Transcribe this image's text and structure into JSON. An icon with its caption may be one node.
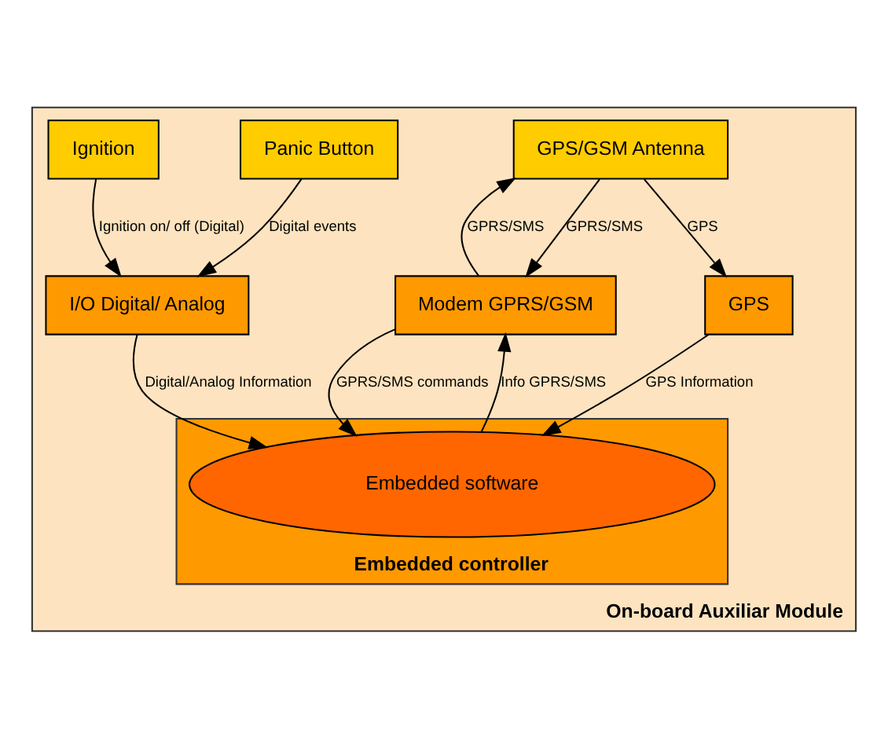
{
  "diagram": {
    "nodes": [
      {
        "text": [
          "On-board Auxiliar Module"
        ]
      },
      {
        "text": [
          "GPS/GSM Antenna"
        ],
        "in": 0
      },
      {
        "text": [
          "Panic Button"
        ],
        "in": 0
      },
      {
        "text": [
          "Ignition"
        ],
        "in": 0
      },
      {
        "text": [
          "Modem GPRS/GSM"
        ],
        "in": 0
      },
      {
        "text": [
          "GPS"
        ],
        "in": 0
      },
      {
        "text": [
          "I/O Digital/ Analog"
        ],
        "in": 0
      },
      {
        "text": [
          "Embedded controller"
        ],
        "in": 0
      },
      {
        "text": [
          "Embedded software"
        ],
        "in": 7
      }
    ],
    "edges": [
      {
        "from": 1,
        "to": 4,
        "arrow": "to",
        "label": "GPRS/SMS"
      },
      {
        "from": 4,
        "to": 1,
        "arrow": "to",
        "label": "GPRS/SMS"
      },
      {
        "from": 1,
        "to": 5,
        "arrow": "to",
        "label": "GPS"
      },
      {
        "from": 2,
        "to": 6,
        "arrow": "to",
        "label": "Digital events"
      },
      {
        "from": 3,
        "to": 6,
        "arrow": "to",
        "label": "Ignition on/ off (Digital)"
      },
      {
        "from": 4,
        "to": 8,
        "arrow": "to",
        "label": "GPRS/SMS commands"
      },
      {
        "from": 8,
        "to": 4,
        "arrow": "to",
        "label": "Info GPRS/SMS"
      },
      {
        "from": 5,
        "to": 8,
        "arrow": "to",
        "label": "GPS Information"
      },
      {
        "from": 6,
        "to": 8,
        "arrow": "to",
        "label": "Digital/Analog Information"
      }
    ]
  }
}
